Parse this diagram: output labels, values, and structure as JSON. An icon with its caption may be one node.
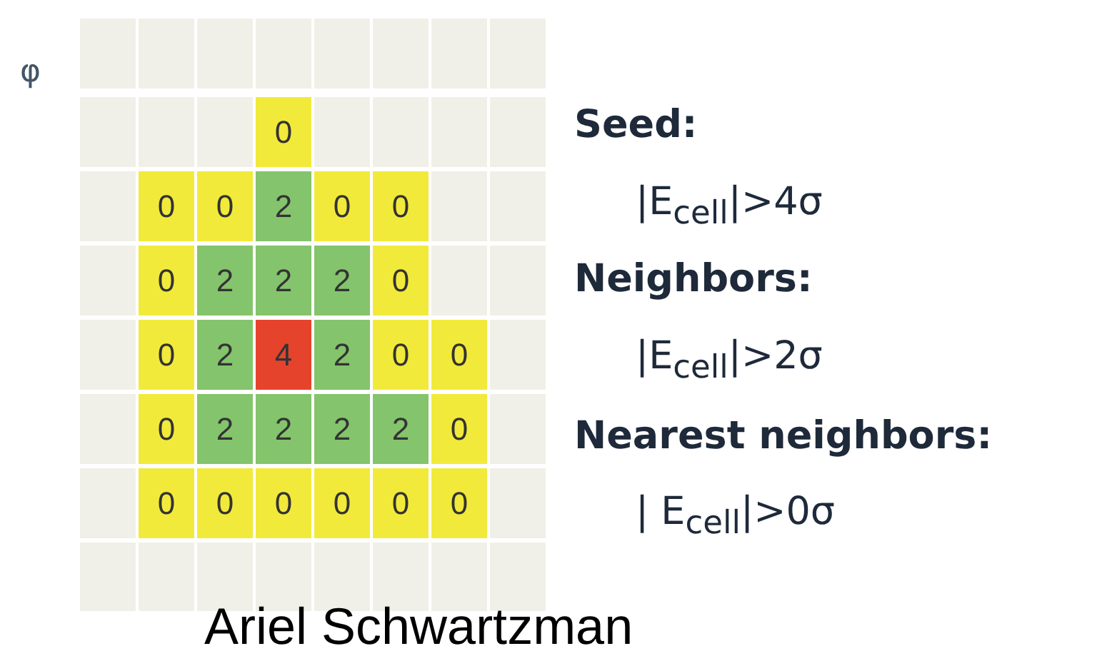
{
  "diagram": {
    "labels": [
      "φ",
      "0",
      "0",
      "0",
      "2",
      "0",
      "0",
      "0",
      "2",
      "2",
      "2",
      "0",
      "0",
      "2",
      "4",
      "2",
      "0",
      "0",
      "0",
      "2",
      "2",
      "2",
      "2",
      "0",
      "0",
      "0",
      "0",
      "0",
      "0",
      "0",
      "Seed:",
      "|E$_{cell}$|>4σ",
      "Neighbors:",
      "|E$_{cell}$|>2σ",
      "Nearest neighbors:",
      "| E$_{cell}$|>0σ",
      "Ariel Schwartzman"
    ]
  }
}
